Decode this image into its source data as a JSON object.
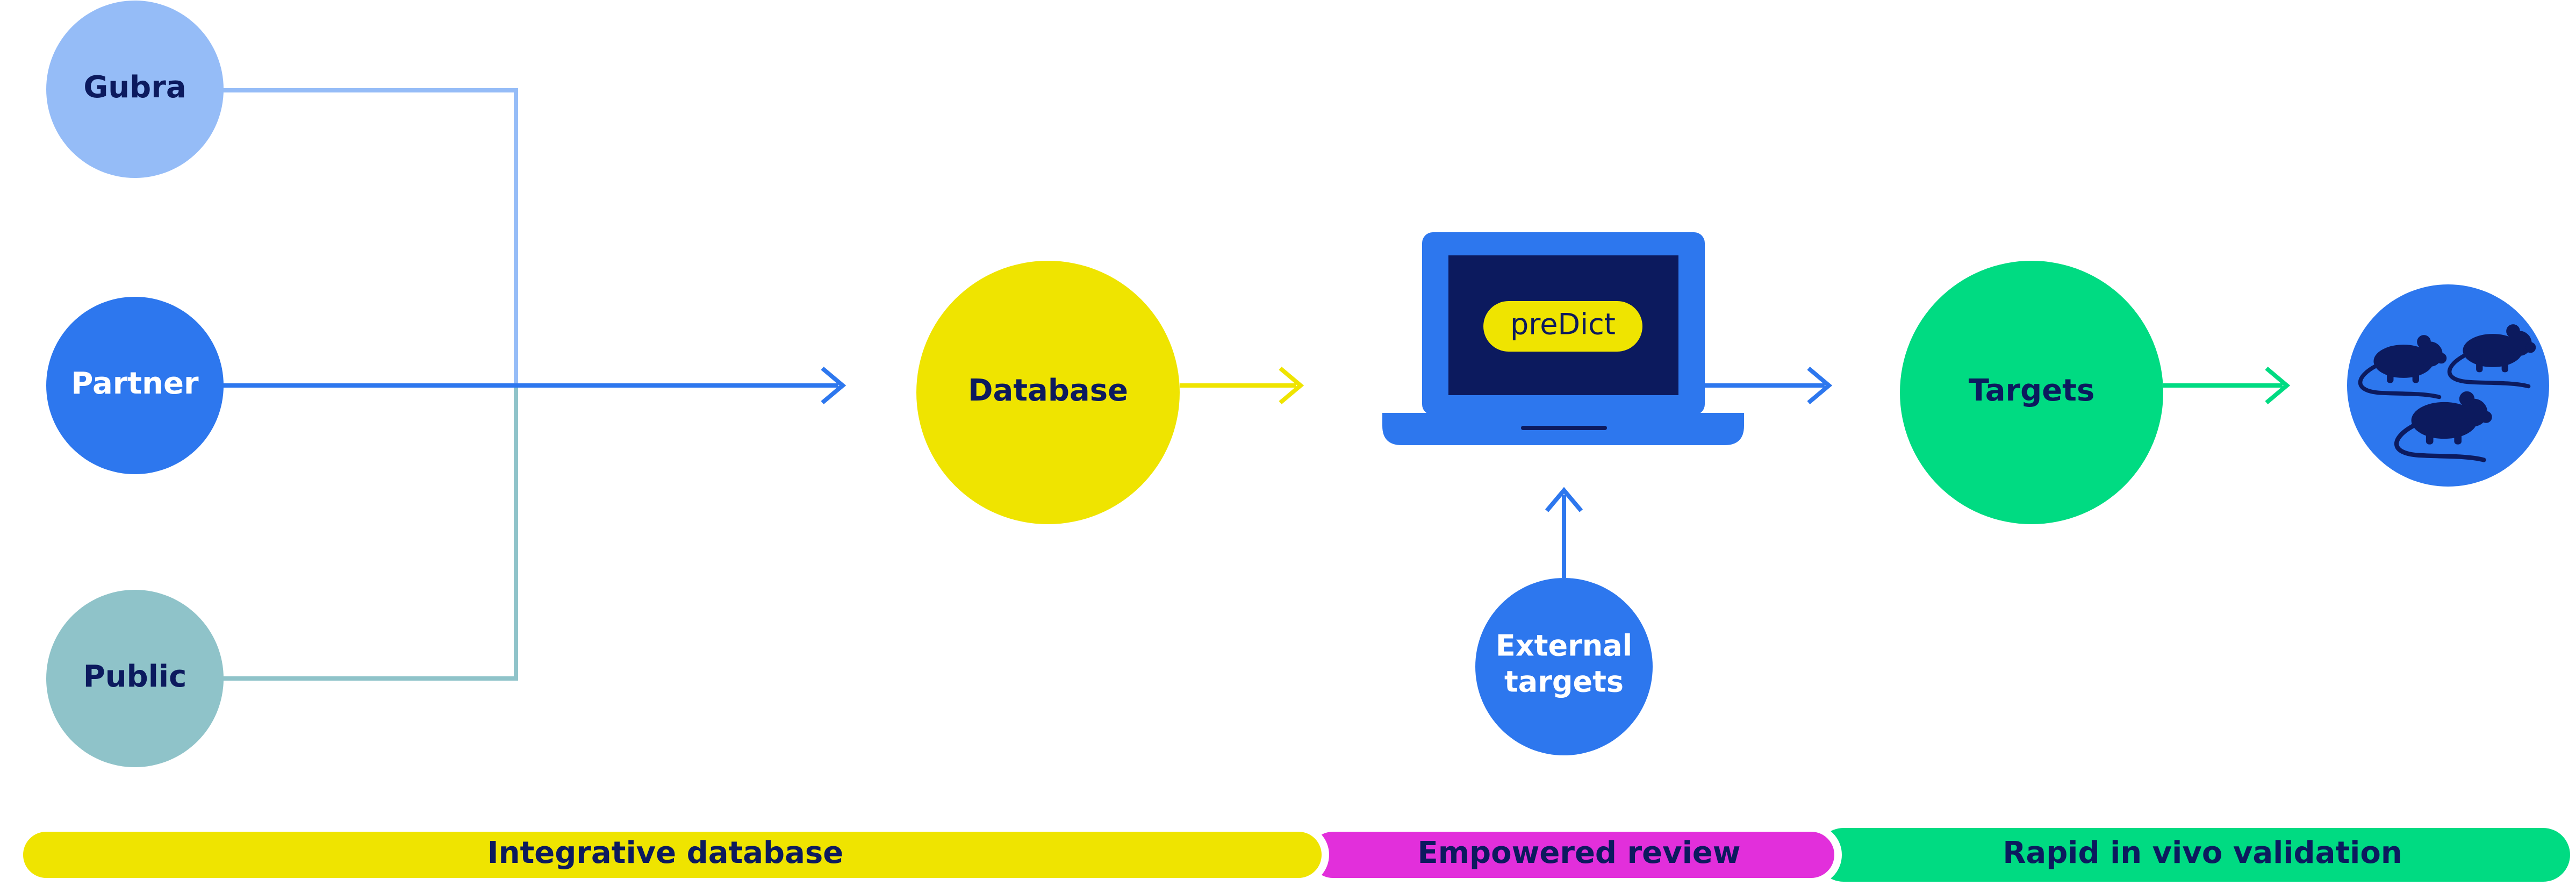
{
  "nodes": {
    "gubra": {
      "label": "Gubra"
    },
    "partner": {
      "label": "Partner"
    },
    "public": {
      "label": "Public"
    },
    "database": {
      "label": "Database"
    },
    "laptop": {
      "badge": "preDict"
    },
    "external": {
      "line1": "External",
      "line2": "targets"
    },
    "targets": {
      "label": "Targets"
    },
    "mice": {
      "icon": "mice-icon"
    }
  },
  "stages": {
    "integrative": "Integrative database",
    "review": "Empowered review",
    "validation": "Rapid in vivo validation"
  },
  "colors": {
    "navy": "#0c1a5e",
    "blue": "#2d77ee",
    "light_blue": "#95bcf7",
    "teal": "#8fc3c9",
    "yellow": "#efe400",
    "magenta": "#e22fdb",
    "green": "#00db82",
    "screen": "#0c1a5e"
  }
}
